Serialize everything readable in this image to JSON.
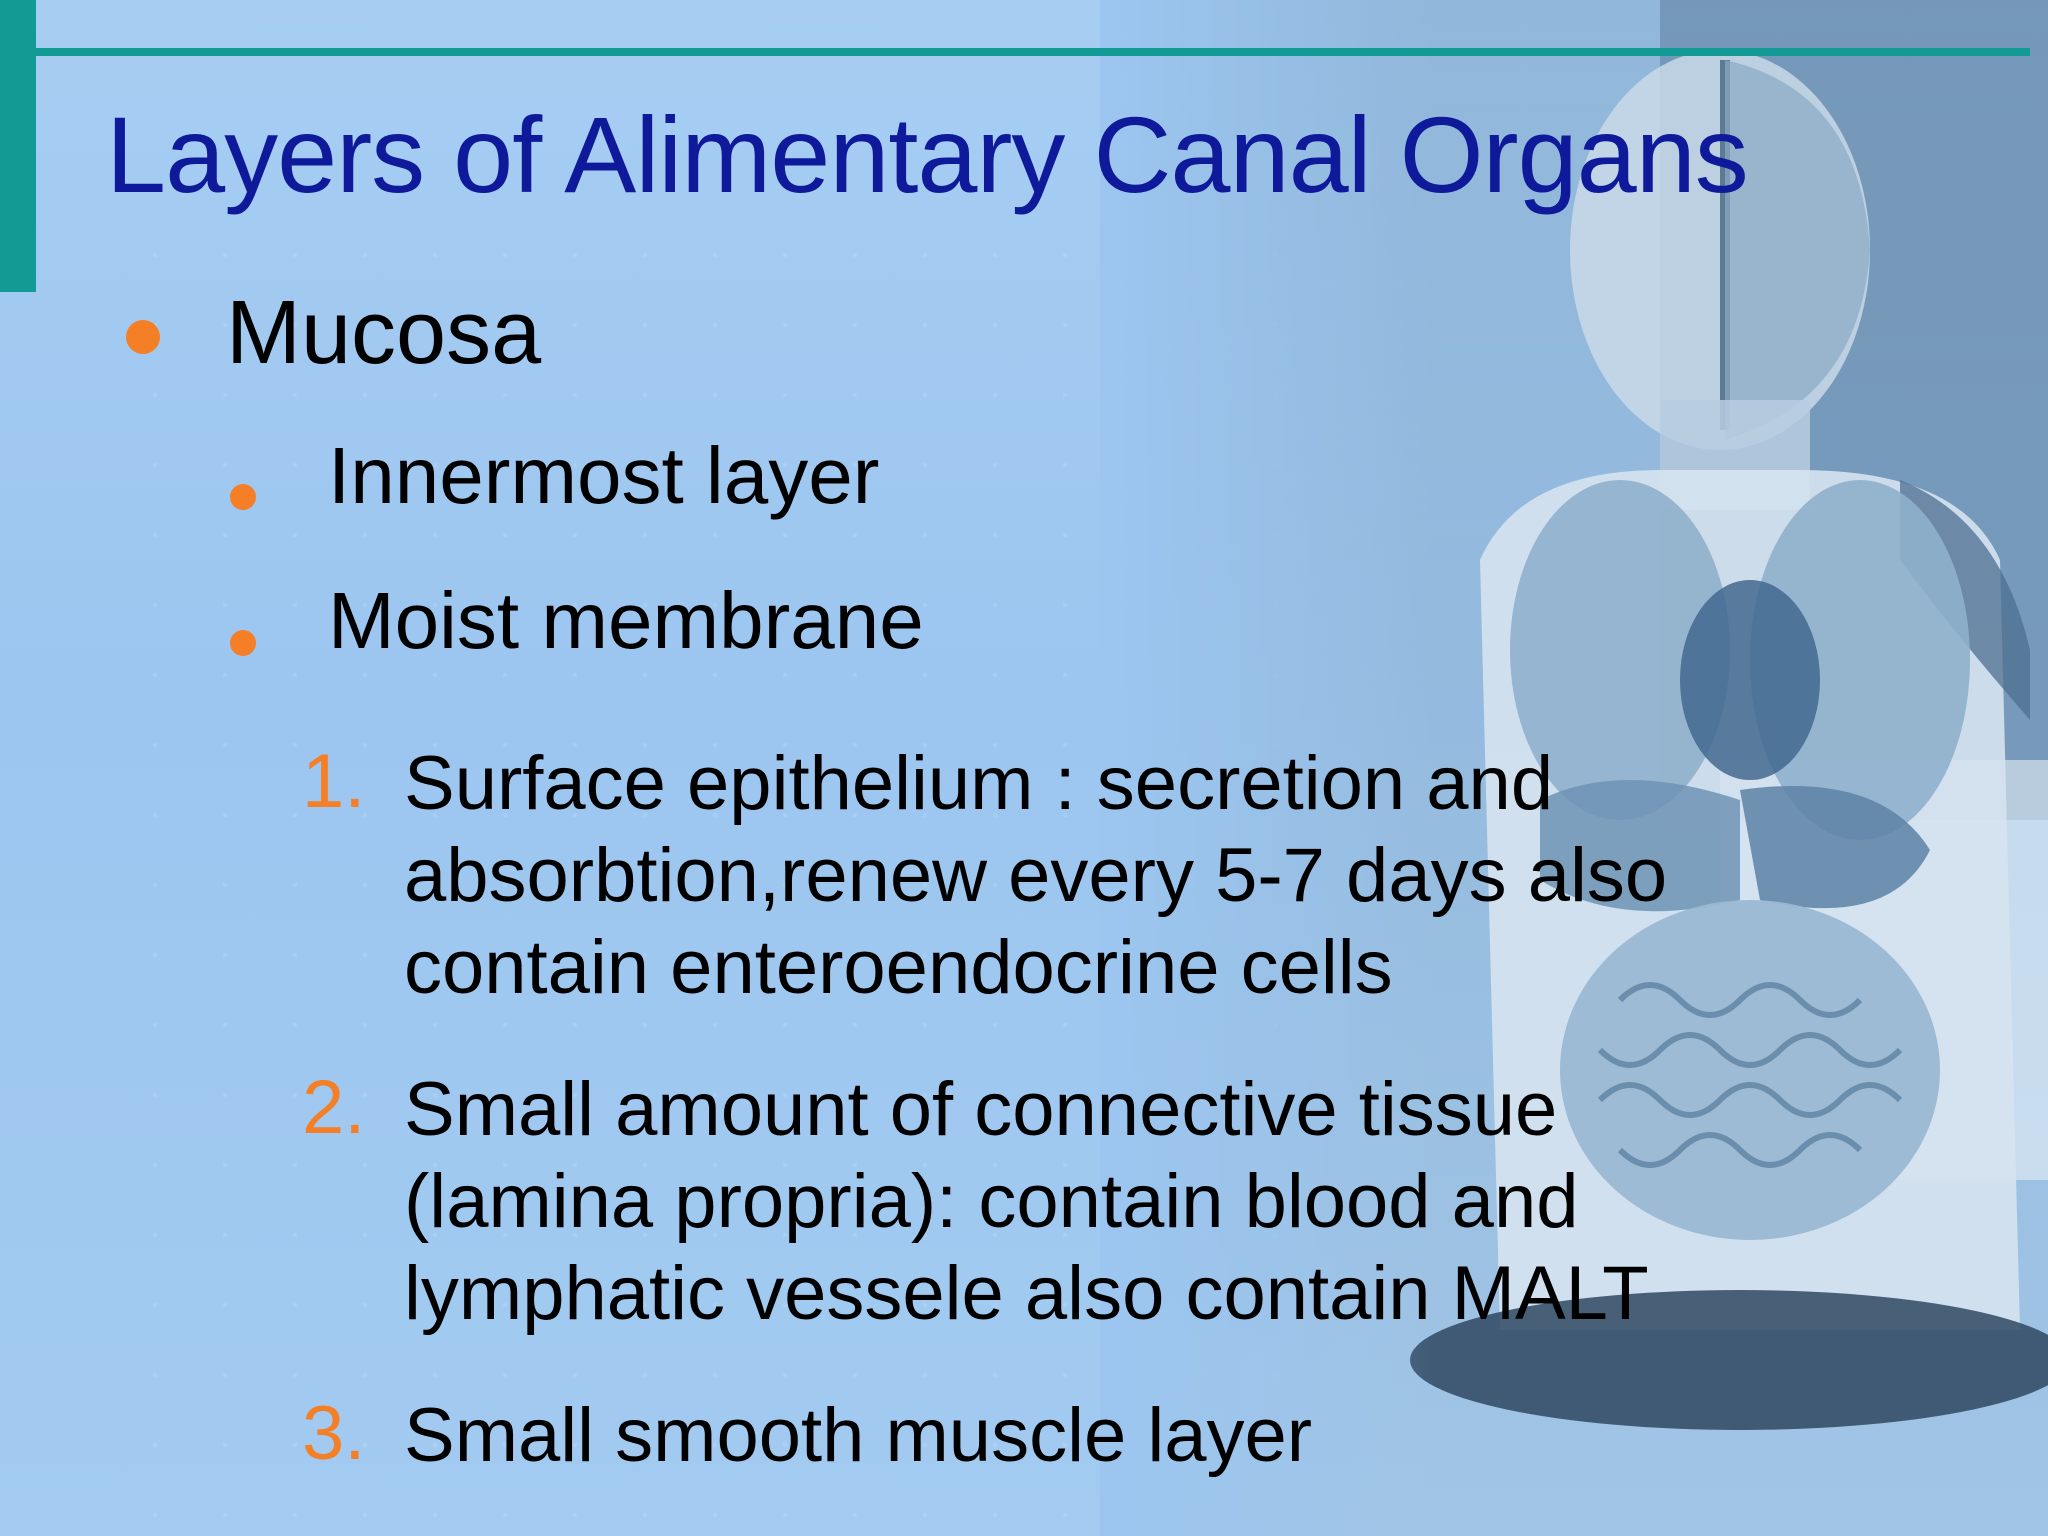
{
  "slide": {
    "title": "Layers of Alimentary Canal Organs",
    "heading": "Mucosa",
    "points": [
      "Innermost layer",
      "Moist membrane"
    ],
    "items": [
      {
        "number": "1.",
        "lines": [
          "Surface epithelium : secretion and",
          "absorbtion,renew every 5-7 days also",
          "contain enteroendocrine cells"
        ]
      },
      {
        "number": "2.",
        "lines": [
          "Small amount of connective tissue",
          "(lamina propria): contain blood and",
          "lymphatic vessele also contain MALT"
        ]
      },
      {
        "number": "3.",
        "lines": [
          "Small smooth muscle layer"
        ]
      }
    ]
  },
  "colors": {
    "background": "#a7cdf2",
    "title": "#0e1a9a",
    "accent": "#129a94",
    "bullet": "#f47f26",
    "text": "#000000"
  },
  "icons": {
    "bullet": "orange-dot-icon",
    "illustration": "anatomical-torso-model"
  }
}
